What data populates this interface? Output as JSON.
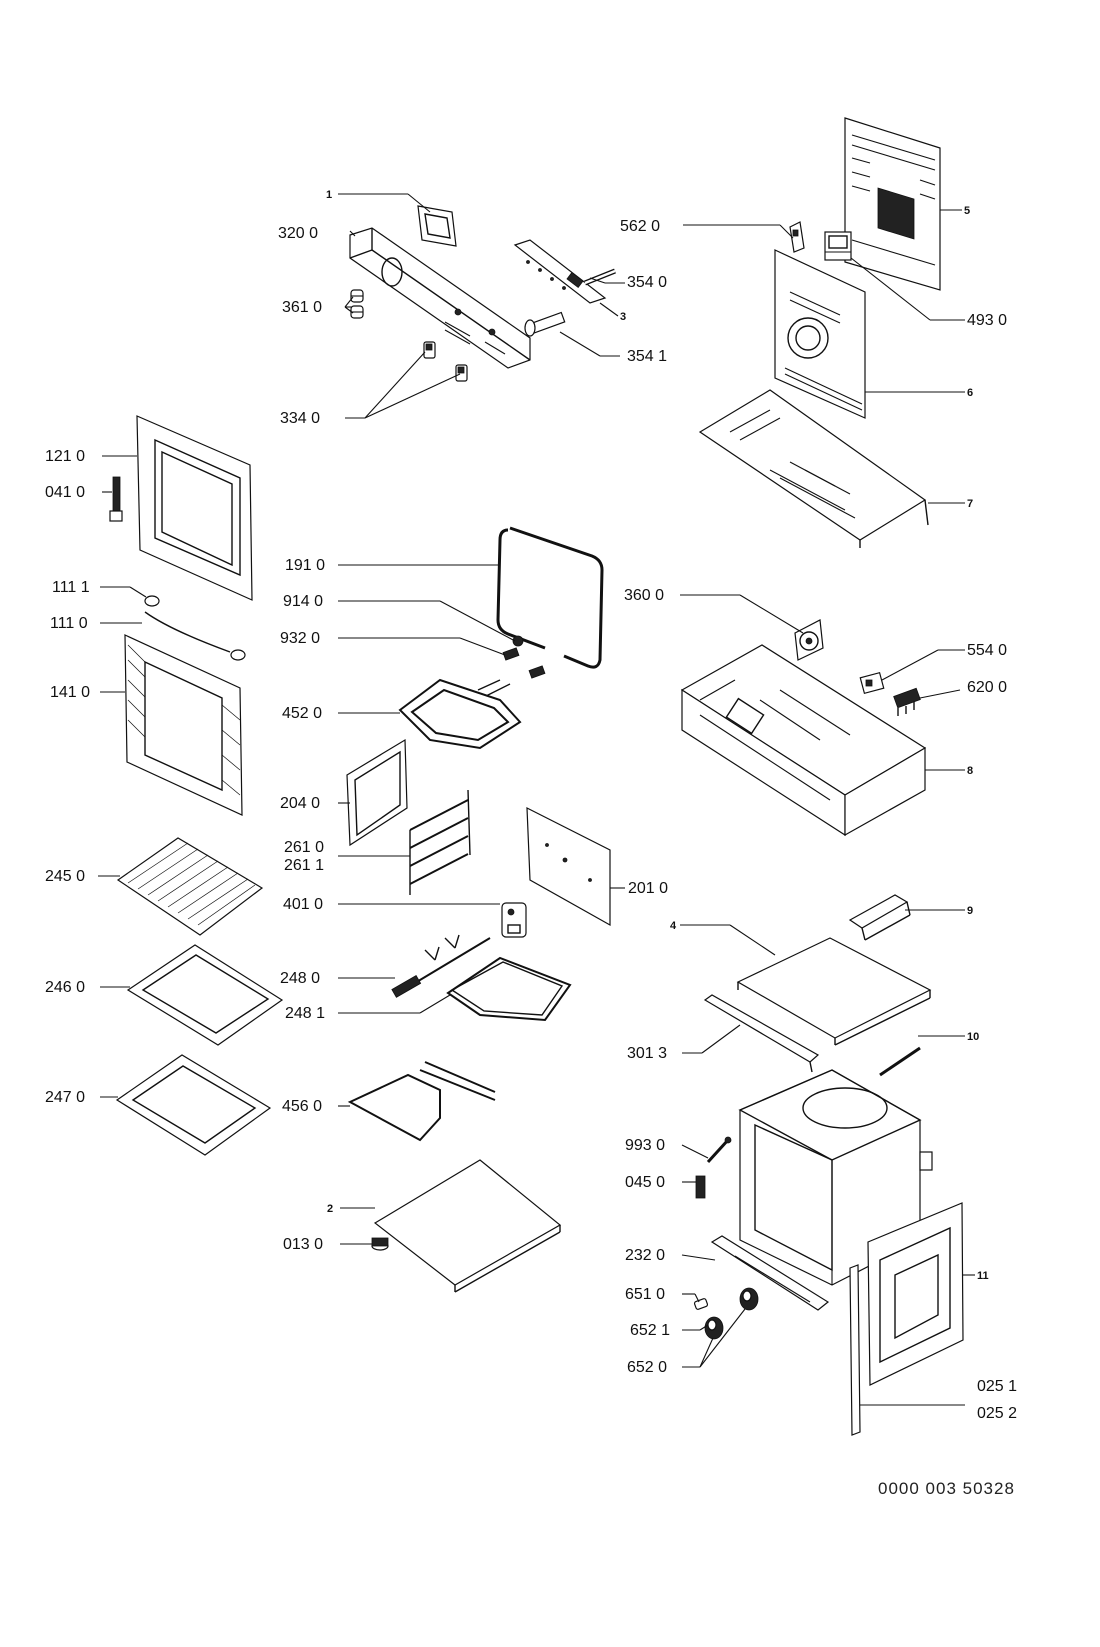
{
  "doc_code": "0000 003 50328",
  "labels": {
    "l_1": "1",
    "l_320_0": "320 0",
    "l_361_0": "361 0",
    "l_354_0": "354 0",
    "l_3": "3",
    "l_354_1": "354 1",
    "l_334_0": "334 0",
    "l_562_0": "562 0",
    "l_5": "5",
    "l_493_0": "493 0",
    "l_6": "6",
    "l_7": "7",
    "l_121_0": "121 0",
    "l_041_0": "041 0",
    "l_111_1": "111 1",
    "l_111_0": "111 0",
    "l_141_0": "141 0",
    "l_191_0": "191 0",
    "l_914_0": "914 0",
    "l_932_0": "932 0",
    "l_452_0": "452 0",
    "l_360_0": "360 0",
    "l_554_0": "554 0",
    "l_620_0": "620 0",
    "l_8": "8",
    "l_204_0": "204 0",
    "l_261_0": "261 0",
    "l_261_1": "261 1",
    "l_245_0": "245 0",
    "l_201_0": "201 0",
    "l_401_0": "401 0",
    "l_9": "9",
    "l_4": "4",
    "l_248_0": "248 0",
    "l_248_1": "248 1",
    "l_246_0": "246 0",
    "l_301_3": "301 3",
    "l_10": "10",
    "l_247_0": "247 0",
    "l_456_0": "456 0",
    "l_993_0": "993 0",
    "l_045_0": "045 0",
    "l_2": "2",
    "l_013_0": "013 0",
    "l_232_0": "232 0",
    "l_11": "11",
    "l_651_0": "651 0",
    "l_652_1": "652 1",
    "l_652_0": "652 0",
    "l_025_1": "025 1",
    "l_025_2": "025 2"
  }
}
